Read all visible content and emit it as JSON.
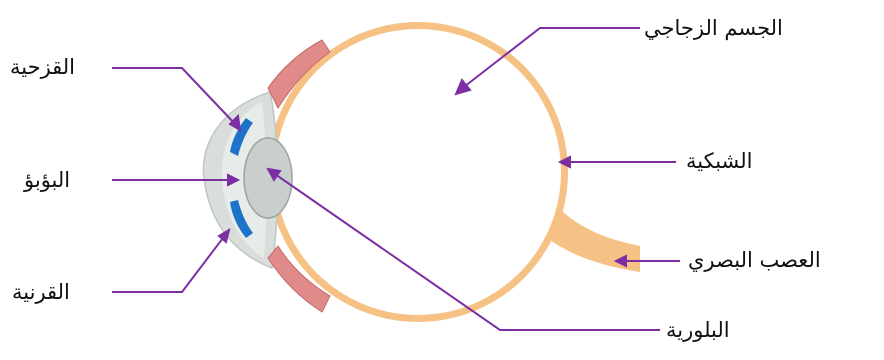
{
  "labels": {
    "vitreous": "الجسم الزجاجي",
    "iris": "القزحية",
    "pupil": "البؤبؤ",
    "cornea": "القرنية",
    "retina": "الشبكية",
    "optic_nerve": "العصب البصري",
    "lens": "البلورية"
  },
  "colors": {
    "leader": "#7b2fa3",
    "sclera": "#f6c185",
    "eyeball_fill": "#ffffff",
    "cornea_fill": "#d9dedb",
    "iris": "#1c73c9",
    "lens_fill": "#c9cfcc",
    "ciliary": "#e08a8a"
  }
}
